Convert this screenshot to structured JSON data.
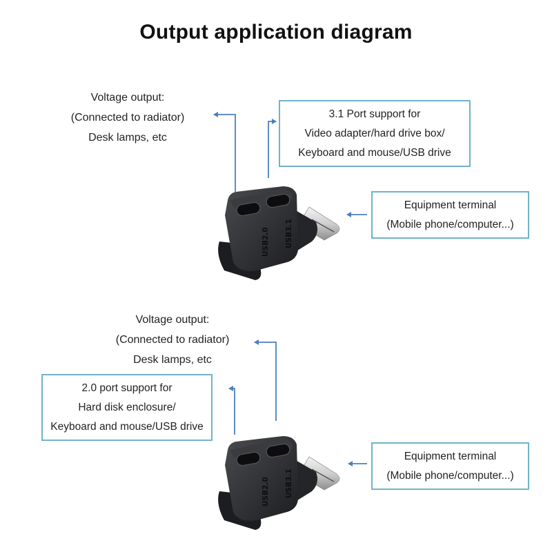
{
  "title": "Output application diagram",
  "colors": {
    "arrow": "#4a7fc0",
    "box_border": "#6fb3c9",
    "device_body": "#2a2b2e",
    "text": "#222222"
  },
  "panels": [
    {
      "voltage_label": [
        "Voltage output:",
        "(Connected to radiator)",
        "Desk lamps, etc"
      ],
      "port_box": [
        "3.1 Port support for",
        "Video adapter/hard drive box/",
        "Keyboard and mouse/USB drive"
      ],
      "equipment_box": [
        "Equipment terminal",
        "(Mobile phone/computer...)"
      ],
      "device": {
        "port_left_label": "USB2.0",
        "port_right_label": "USB3.1"
      }
    },
    {
      "voltage_label": [
        "Voltage output:",
        "(Connected to radiator)",
        "Desk lamps, etc"
      ],
      "port_box": [
        "2.0 port support for",
        "Hard disk enclosure/",
        "Keyboard and mouse/USB drive"
      ],
      "equipment_box": [
        "Equipment terminal",
        "(Mobile phone/computer...)"
      ],
      "device": {
        "port_left_label": "USB2.0",
        "port_right_label": "USB3.1"
      }
    }
  ]
}
